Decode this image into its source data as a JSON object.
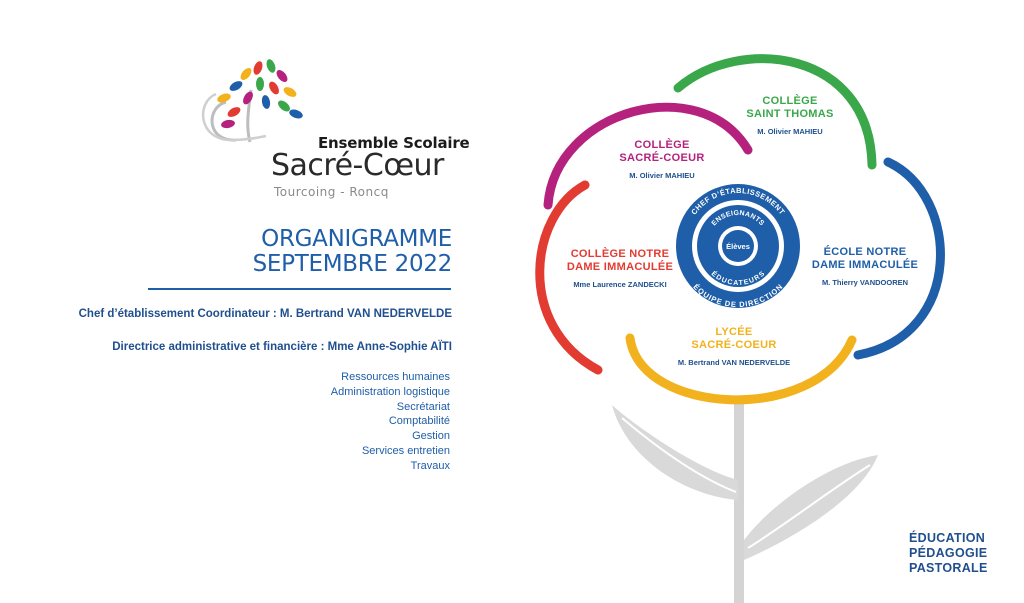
{
  "brand": {
    "line1": "Ensemble Scolaire",
    "line2": "Sacré-Cœur",
    "line3": "Tourcoing - Roncq"
  },
  "title": {
    "line1": "ORGANIGRAMME",
    "line2": "SEPTEMBRE 2022"
  },
  "heads": {
    "coordinator": "Chef d’établissement Coordinateur : M. Bertrand VAN NEDERVELDE",
    "admin": "Directrice administrative et financière : Mme Anne-Sophie AÏTI"
  },
  "services": [
    "Ressources humaines",
    "Administration logistique",
    "Secrétariat",
    "Comptabilité",
    "Gestion",
    "Services entretien",
    "Travaux"
  ],
  "schools": {
    "thomas": {
      "line1": "COLLÈGE",
      "line2": "SAINT THOMAS",
      "manager": "M. Olivier MAHIEU",
      "color": "#3aa84a"
    },
    "sacre": {
      "line1": "COLLÈGE",
      "line2": "SACRÉ-COEUR",
      "manager": "M. Olivier MAHIEU",
      "color": "#b5227e"
    },
    "notre": {
      "line1": "COLLÈGE NOTRE",
      "line2": "DAME IMMACULÉE",
      "manager": "Mme Laurence ZANDECKI",
      "color": "#e23b32"
    },
    "ecole": {
      "line1": "ÉCOLE NOTRE",
      "line2": "DAME IMMACULÉE",
      "manager": "M. Thierry VANDOOREN",
      "color": "#1f5ea8"
    },
    "lycee": {
      "line1": "LYCÉE",
      "line2": "SACRÉ-COEUR",
      "manager": "M. Bertrand VAN NEDERVELDE",
      "color": "#f2b21d"
    }
  },
  "center": {
    "outer_top": "CHEF D’ÉTABLISSEMENT",
    "outer_bottom": "ÉQUIPE DE DIRECTION",
    "inner_top": "ENSEIGNANTS",
    "inner_bottom": "ÉDUCATEURS",
    "core": "Élèves",
    "color": "#1f5ea8"
  },
  "pillars": [
    "ÉDUCATION",
    "PÉDAGOGIE",
    "PASTORALE"
  ]
}
